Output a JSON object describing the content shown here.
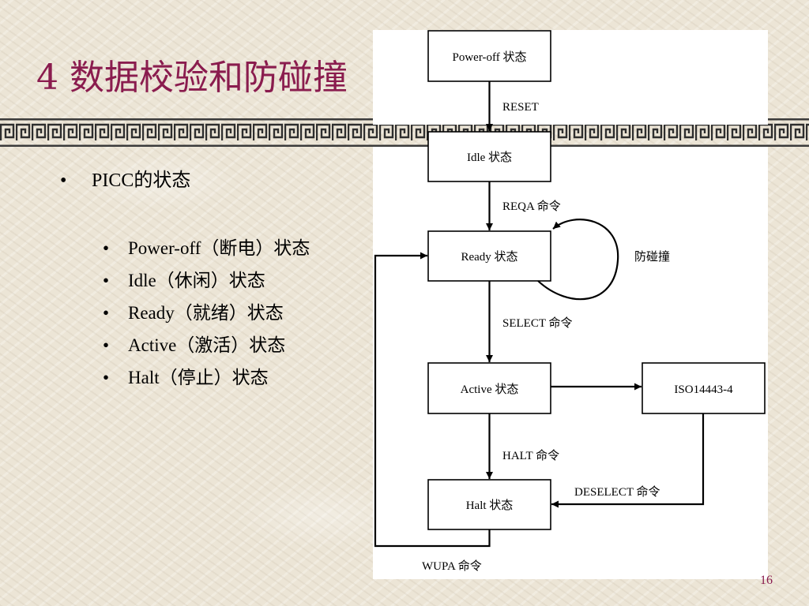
{
  "slide": {
    "title": "4 数据校验和防碰撞",
    "page_number": "16",
    "colors": {
      "title": "#8a1c4e",
      "text": "#000000",
      "diagram_background": "#ffffff",
      "background": "#ece5d6"
    }
  },
  "bullets": {
    "main": "PICC的状态",
    "items": [
      "Power-off（断电）状态",
      "Idle（休闲）状态",
      "Ready（就绪）状态",
      "Active（激活）状态",
      "Halt（停止）状态"
    ]
  },
  "diagram": {
    "states": {
      "power_off": "Power-off 状态",
      "idle": "Idle 状态",
      "ready": "Ready 状态",
      "active": "Active 状态",
      "halt": "Halt 状态",
      "iso": "ISO14443-4"
    },
    "transitions": {
      "reset": "RESET",
      "reqa": "REQA 命令",
      "anticollision": "防碰撞",
      "select": "SELECT 命令",
      "halt_cmd": "HALT 命令",
      "deselect": "DESELECT 命令",
      "wupa": "WUPA 命令"
    }
  }
}
